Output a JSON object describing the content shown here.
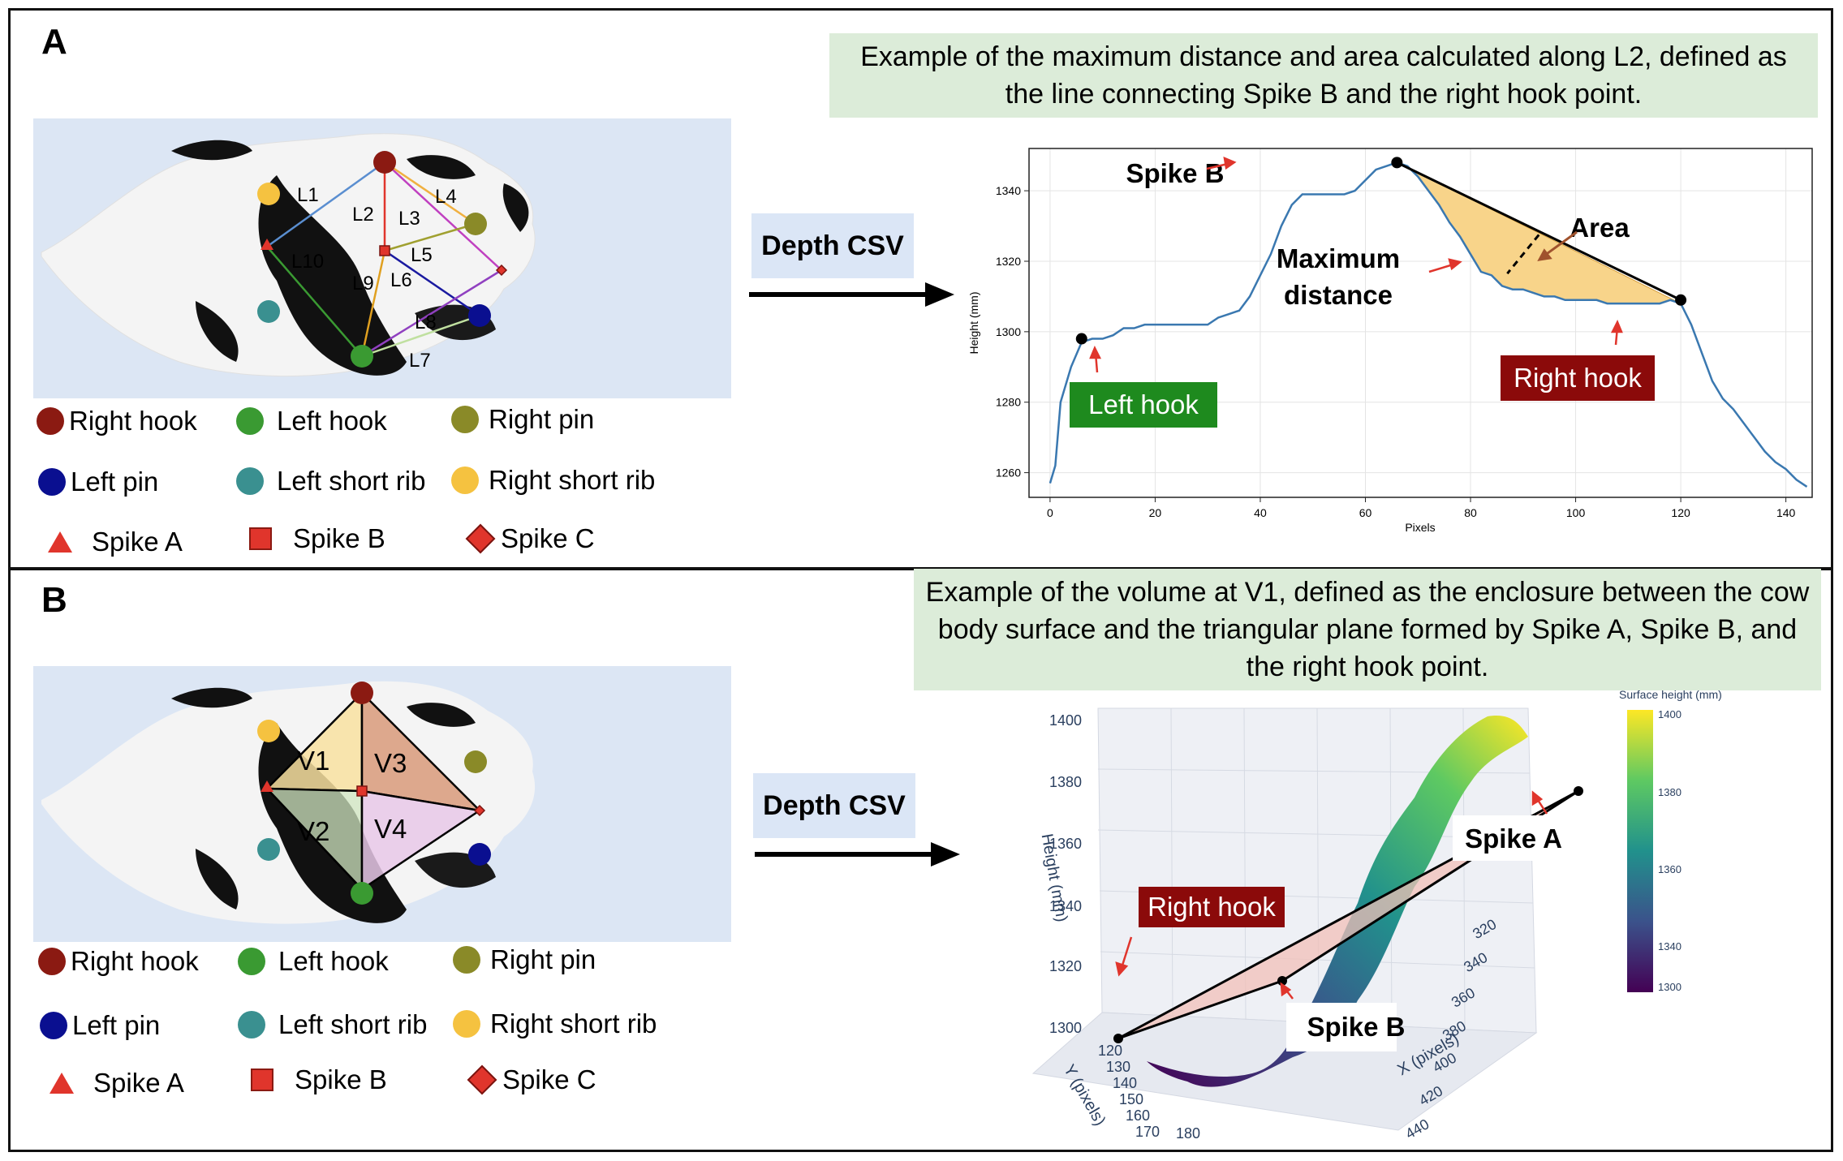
{
  "panelA": {
    "label": "A",
    "caption": "Example of the maximum distance and area calculated along L2, defined as the line connecting Spike B and the right hook point.",
    "depth_label": "Depth CSV",
    "line_labels": [
      "L1",
      "L2",
      "L3",
      "L4",
      "L5",
      "L6",
      "L7",
      "L8",
      "L9",
      "L10"
    ],
    "chart_annotations": {
      "spike_b": "Spike B",
      "area": "Area",
      "max_distance_1": "Maximum",
      "max_distance_2": "distance",
      "left_hook": "Left hook",
      "right_hook": "Right hook"
    }
  },
  "panelB": {
    "label": "B",
    "caption": "Example of the volume at V1, defined as the enclosure between the cow body surface and the triangular plane formed by Spike A, Spike B, and the right hook point.",
    "depth_label": "Depth CSV",
    "volume_labels": [
      "V1",
      "V2",
      "V3",
      "V4"
    ],
    "surface_annotations": {
      "right_hook": "Right hook",
      "spike_a": "Spike A",
      "spike_b": "Spike B"
    },
    "z_label": "Height (mm)",
    "z_ticks": [
      "1400",
      "1380",
      "1360",
      "1340",
      "1320",
      "1300"
    ],
    "y_label": "Y (pixels)",
    "y_ticks": [
      "120",
      "130",
      "140",
      "150",
      "160",
      "170",
      "180"
    ],
    "x_label": "X (pixels)",
    "x_ticks": [
      "320",
      "340",
      "360",
      "380",
      "400",
      "420",
      "440"
    ],
    "colorbar_title": "Surface height (mm)",
    "colorbar_ticks": [
      "1400",
      "1380",
      "1360",
      "1340",
      "1320",
      "1300"
    ]
  },
  "legend": {
    "right_hook": "Right hook",
    "left_hook": "Left hook",
    "right_pin": "Right pin",
    "left_pin": "Left pin",
    "left_short_rib": "Left short rib",
    "right_short_rib": "Right short rib",
    "spike_a": "Spike A",
    "spike_b": "Spike B",
    "spike_c": "Spike C"
  },
  "colors": {
    "right_hook": "#8b1a12",
    "left_hook": "#3a9a32",
    "right_pin": "#8a8a28",
    "left_pin": "#0a0f90",
    "left_short_rib": "#3a9090",
    "right_short_rib": "#f5c240",
    "spike": "#e0352c",
    "caption_bg": "#dcecd9",
    "depth_bg": "#dbe6f6",
    "line_series": "#3a78b0"
  },
  "chart_data": {
    "type": "line",
    "xlabel": "Pixels",
    "ylabel": "Height (mm)",
    "xlim": [
      -4,
      145
    ],
    "ylim": [
      1253,
      1352
    ],
    "xticks": [
      0,
      20,
      40,
      60,
      80,
      100,
      120,
      140
    ],
    "yticks": [
      1260,
      1280,
      1300,
      1320,
      1340
    ],
    "grid": true,
    "x": [
      0,
      1,
      2,
      4,
      6,
      8,
      10,
      12,
      14,
      16,
      18,
      20,
      22,
      24,
      26,
      28,
      30,
      32,
      34,
      36,
      38,
      40,
      42,
      44,
      46,
      48,
      50,
      52,
      54,
      56,
      58,
      60,
      62,
      64,
      66,
      68,
      70,
      72,
      74,
      76,
      78,
      80,
      82,
      84,
      86,
      88,
      90,
      92,
      94,
      96,
      98,
      100,
      102,
      104,
      106,
      108,
      110,
      112,
      114,
      116,
      118,
      120,
      122,
      124,
      126,
      128,
      130,
      132,
      134,
      136,
      138,
      140,
      142,
      144
    ],
    "y": [
      1257,
      1262,
      1280,
      1290,
      1297,
      1298,
      1298,
      1299,
      1301,
      1301,
      1302,
      1302,
      1302,
      1302,
      1302,
      1302,
      1302,
      1304,
      1305,
      1306,
      1310,
      1316,
      1322,
      1330,
      1336,
      1339,
      1339,
      1339,
      1339,
      1339,
      1340,
      1343,
      1346,
      1347,
      1348,
      1347,
      1344,
      1340,
      1336,
      1331,
      1327,
      1322,
      1317,
      1316,
      1313,
      1312,
      1312,
      1311,
      1310,
      1310,
      1309,
      1309,
      1309,
      1309,
      1308,
      1308,
      1308,
      1308,
      1308,
      1308,
      1309,
      1308,
      1302,
      1294,
      1286,
      1281,
      1278,
      1274,
      1270,
      1266,
      1263,
      1261,
      1258,
      1256
    ],
    "points": {
      "left_hook": [
        6,
        1298
      ],
      "spike_b": [
        66,
        1348
      ],
      "right_hook": [
        120,
        1309
      ]
    }
  }
}
